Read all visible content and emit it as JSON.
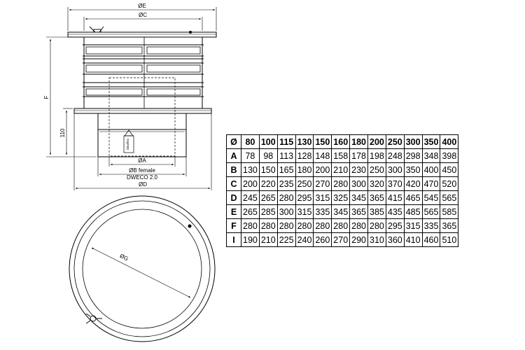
{
  "labels": {
    "dia_e": "ØE",
    "dia_c": "ØC",
    "dia_a": "ØA",
    "dia_b": "ØB female",
    "dweco": "DWECO 2.0",
    "dia_d": "ØD",
    "dia_g": "ØG",
    "height_f": "F",
    "height_110": "110",
    "tag": "Dinoflex"
  },
  "table": {
    "corner": "Ø",
    "headers": [
      "80",
      "100",
      "115",
      "130",
      "150",
      "160",
      "180",
      "200",
      "250",
      "300",
      "350",
      "400"
    ],
    "rows": [
      {
        "key": "A",
        "values": [
          "78",
          "98",
          "113",
          "128",
          "148",
          "158",
          "178",
          "198",
          "248",
          "298",
          "348",
          "398"
        ]
      },
      {
        "key": "B",
        "values": [
          "130",
          "150",
          "165",
          "180",
          "200",
          "210",
          "230",
          "250",
          "300",
          "350",
          "400",
          "450"
        ]
      },
      {
        "key": "C",
        "values": [
          "200",
          "220",
          "235",
          "250",
          "270",
          "280",
          "300",
          "320",
          "370",
          "420",
          "470",
          "520"
        ]
      },
      {
        "key": "D",
        "values": [
          "245",
          "265",
          "280",
          "295",
          "315",
          "325",
          "345",
          "365",
          "415",
          "465",
          "545",
          "565"
        ]
      },
      {
        "key": "E",
        "values": [
          "265",
          "285",
          "300",
          "315",
          "335",
          "345",
          "365",
          "385",
          "435",
          "485",
          "565",
          "585"
        ]
      },
      {
        "key": "F",
        "values": [
          "280",
          "280",
          "280",
          "280",
          "280",
          "280",
          "280",
          "280",
          "295",
          "315",
          "335",
          "365"
        ]
      },
      {
        "key": "I",
        "values": [
          "190",
          "210",
          "225",
          "240",
          "260",
          "270",
          "290",
          "310",
          "360",
          "410",
          "460",
          "510"
        ]
      }
    ]
  }
}
